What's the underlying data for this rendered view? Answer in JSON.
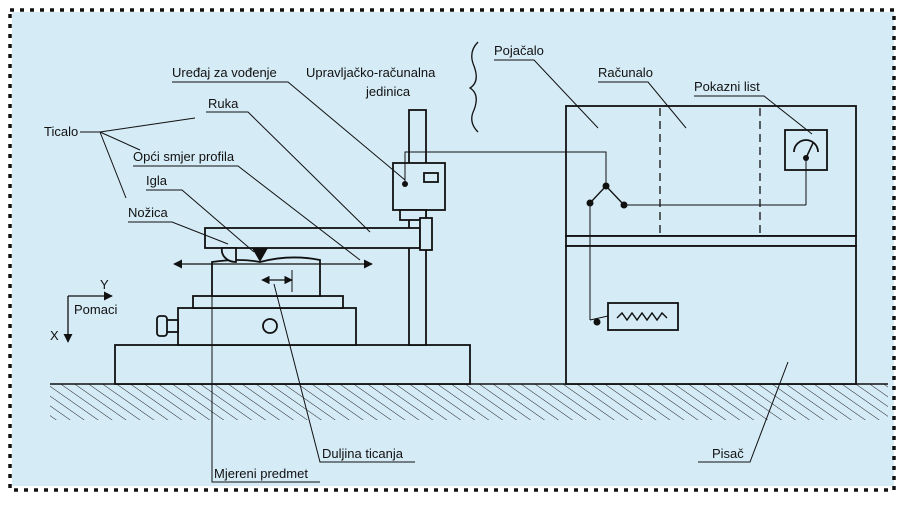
{
  "colors": {
    "background": "#d5ebf6",
    "outer_border": "#111111",
    "lines": "#111111"
  },
  "labels": {
    "ticalo": "Ticalo",
    "uredaj_za_vodenje": "Uređaj za vođenje",
    "upravljacko_line1": "Upravljačko-računalna",
    "upravljacko_line2": "jedinica",
    "ruka": "Ruka",
    "opci_smjer_profila": "Opći smjer profila",
    "igla": "Igla",
    "nozica": "Nožica",
    "y_axis": "Y",
    "pomaci": "Pomaci",
    "x_axis": "X",
    "pojacalo": "Pojačalo",
    "racunalo": "Računalo",
    "pokazni_list": "Pokazni list",
    "mjereni_predmet": "Mjereni predmet",
    "duljina_ticanja": "Duljina ticanja",
    "pisac": "Pisač"
  },
  "icons": {
    "meter": "analog-meter-icon",
    "recorder": "waveform-recorder-icon",
    "knob": "adjustment-knob-icon"
  }
}
